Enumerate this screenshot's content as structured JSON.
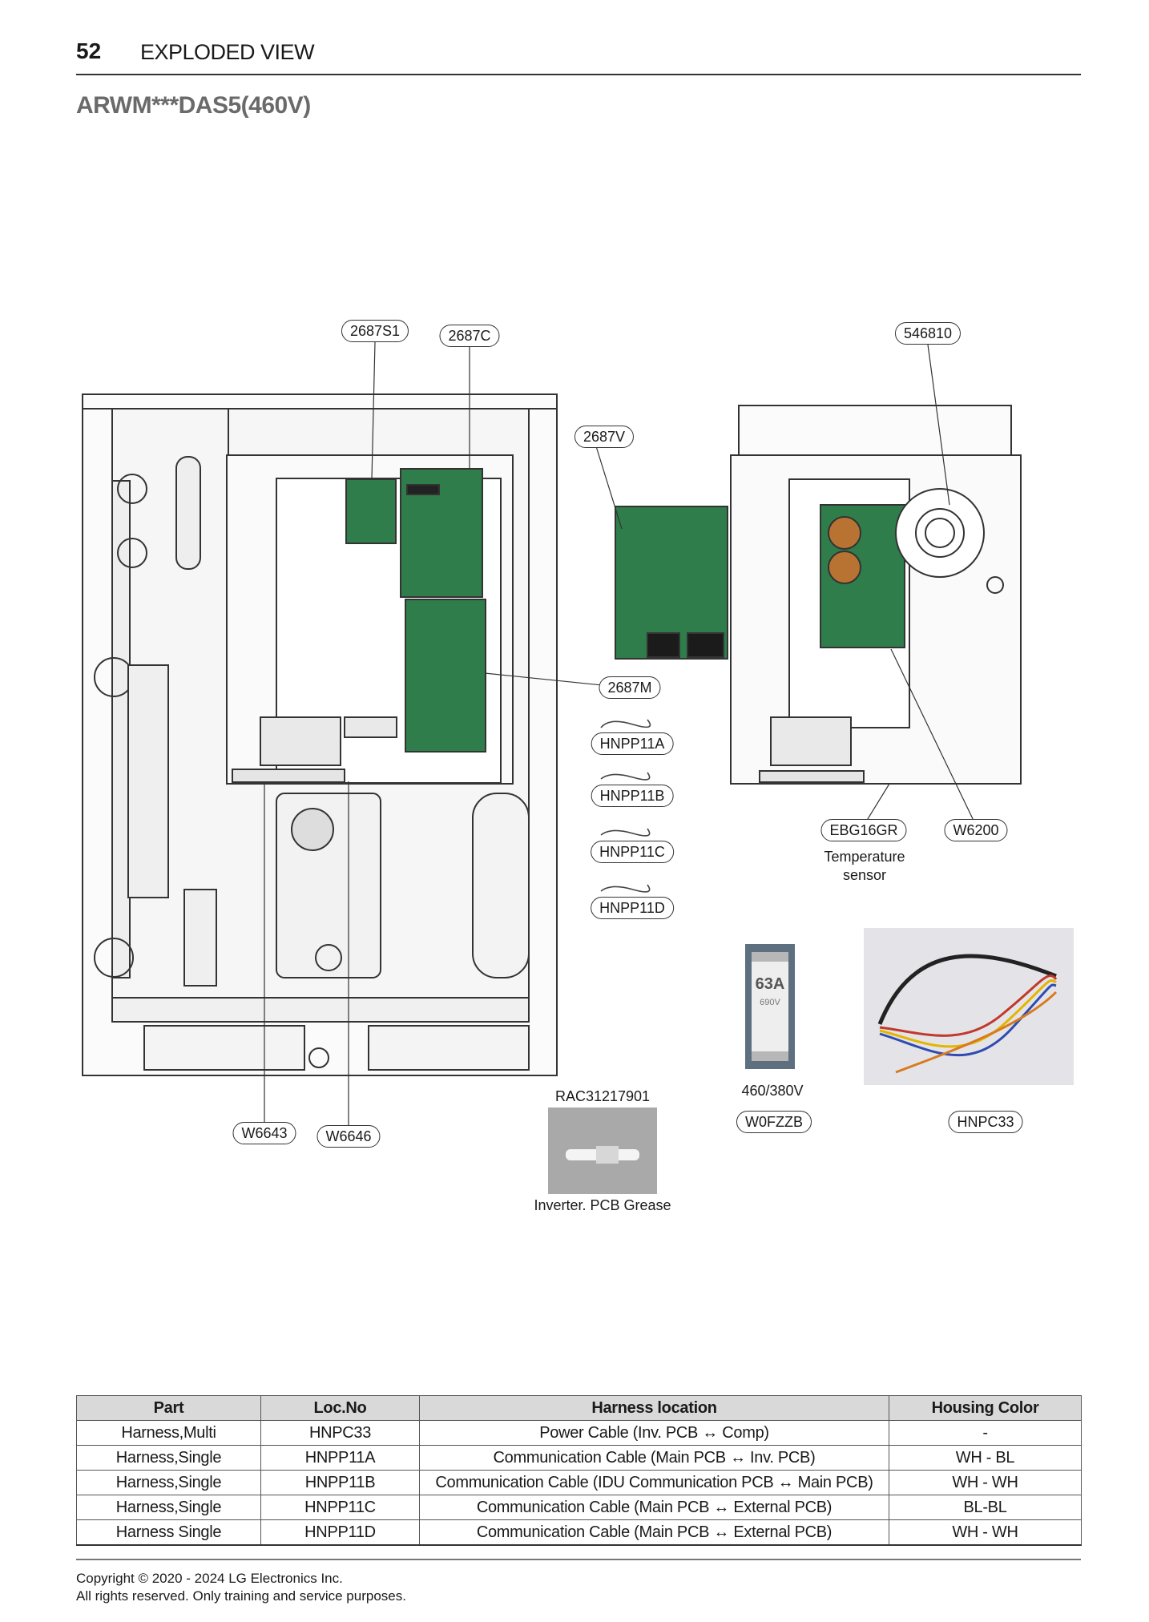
{
  "header": {
    "page_number": "52",
    "section_title": "EXPLODED VIEW",
    "model": "ARWM***DAS5(460V)"
  },
  "callouts": {
    "c2687S1": "2687S1",
    "c2687C": "2687C",
    "c546810": "546810",
    "c2687V": "2687V",
    "c2687M": "2687M",
    "hnpp11a": "HNPP11A",
    "hnpp11b": "HNPP11B",
    "hnpp11c": "HNPP11C",
    "hnpp11d": "HNPP11D",
    "ebg16gr": "EBG16GR",
    "w6200": "W6200",
    "w6643": "W6643",
    "w6646": "W6646",
    "w0fzzb": "W0FZZB",
    "hnpc33": "HNPC33"
  },
  "captions": {
    "temp_sensor_line1": "Temperature",
    "temp_sensor_line2": "sensor",
    "grease_part": "RAC31217901",
    "grease_label": "Inverter. PCB Grease",
    "fuse_voltage": "460/380V",
    "fuse_marking_amps": "63A",
    "fuse_marking_volts": "690V"
  },
  "table": {
    "headers": [
      "Part",
      "Loc.No",
      "Harness location",
      "Housing Color"
    ],
    "rows": [
      [
        "Harness,Multi",
        "HNPC33",
        "Power Cable (Inv. PCB ↔ Comp)",
        "-"
      ],
      [
        "Harness,Single",
        "HNPP11A",
        "Communication Cable (Main PCB ↔ Inv. PCB)",
        "WH - BL"
      ],
      [
        "Harness,Single",
        "HNPP11B",
        "Communication Cable (IDU Communication PCB ↔ Main PCB)",
        "WH - WH"
      ],
      [
        "Harness,Single",
        "HNPP11C",
        "Communication Cable (Main PCB ↔ External PCB)",
        "BL-BL"
      ],
      [
        "Harness Single",
        "HNPP11D",
        "Communication Cable (Main PCB ↔ External PCB)",
        "WH - WH"
      ]
    ]
  },
  "footer": {
    "line1": "Copyright © 2020 - 2024 LG Electronics Inc.",
    "line2": "All rights reserved. Only training and service purposes."
  },
  "colors": {
    "pcb_green": "#2f7d4a",
    "model_title_gray": "#6a6a6a",
    "table_header_bg": "#d9d9d9"
  }
}
